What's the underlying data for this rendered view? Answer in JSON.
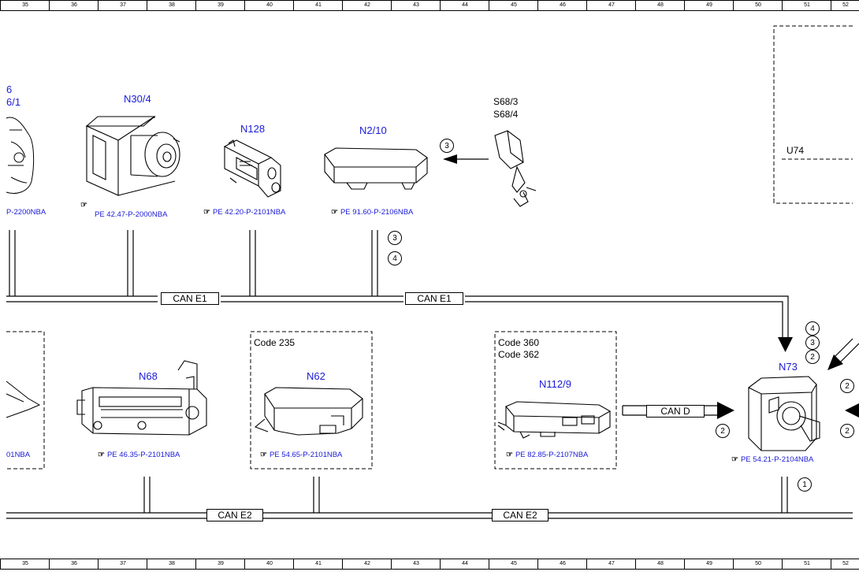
{
  "ruler": {
    "numbers": [
      "35",
      "36",
      "37",
      "38",
      "39",
      "40",
      "41",
      "42",
      "43",
      "44",
      "45",
      "46",
      "47",
      "48",
      "49",
      "50",
      "51",
      "52"
    ]
  },
  "top_row": {
    "partial_left_labels": [
      "6",
      "6/1"
    ],
    "partial_left_ref": "P-2200NBA",
    "components": [
      {
        "id": "N30/4",
        "ref": "PE 42.47-P-2000NBA"
      },
      {
        "id": "N128",
        "ref": "PE 42.20-P-2101NBA"
      },
      {
        "id": "N2/10",
        "ref": "PE 91.60-P-2106NBA"
      }
    ],
    "switch_labels": [
      "S68/3",
      "S68/4"
    ],
    "module_label": "U74"
  },
  "bottom_row": {
    "partial_left_ref": "01NBA",
    "components": [
      {
        "id": "N68",
        "ref": "PE 46.35-P-2101NBA"
      },
      {
        "id": "N62",
        "ref": "PE 54.65-P-2101NBA",
        "code": "Code 235"
      },
      {
        "id": "N112/9",
        "ref": "PE 82.85-P-2107NBA",
        "codes": [
          "Code 360",
          "Code 362"
        ]
      },
      {
        "id": "N73",
        "ref": "PE 54.21-P-2104NBA"
      }
    ]
  },
  "buses": {
    "can_e1": "CAN E1",
    "can_e2": "CAN E2",
    "can_d": "CAN D"
  },
  "callouts": {
    "near_n2_10": "3",
    "below_n2_10": [
      "3",
      "4"
    ],
    "right_top": [
      "4",
      "3",
      "2"
    ],
    "can_d": "2",
    "n73_below": "1",
    "right_edge": [
      "2",
      "2"
    ]
  },
  "colors": {
    "label_blue": "#1a1ad8",
    "line": "#000000"
  },
  "icons": {
    "reference": "pointing-hand-icon"
  }
}
